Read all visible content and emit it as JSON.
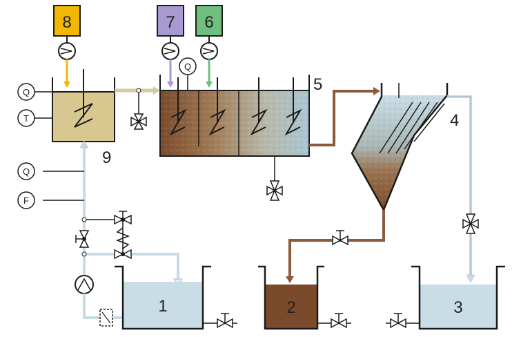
{
  "diagram": {
    "reagent_boxes": [
      {
        "label": "8",
        "color": "#f2b705"
      },
      {
        "label": "7",
        "color": "#a89ad0"
      },
      {
        "label": "6",
        "color": "#6fbf7f"
      }
    ],
    "numbers": {
      "reactor": "5",
      "settler": "4",
      "mixer": "9",
      "tank1": "1",
      "tank2": "2",
      "tank3": "3"
    },
    "sensors": {
      "mixer_flow": "Q",
      "mixer_temp": "T",
      "pipe_flow": "Q",
      "pipe_f": "F",
      "reactor_flow": "Q"
    },
    "colors": {
      "water": "#c9dde6",
      "sludge": "#7b4a2a",
      "mix": "#d8c78e",
      "line": "#1a1a1a",
      "pipe_blue": "#c7dbe6",
      "pipe_brown": "#8a5a3a",
      "pipe_tan": "#d9c9a0"
    }
  }
}
